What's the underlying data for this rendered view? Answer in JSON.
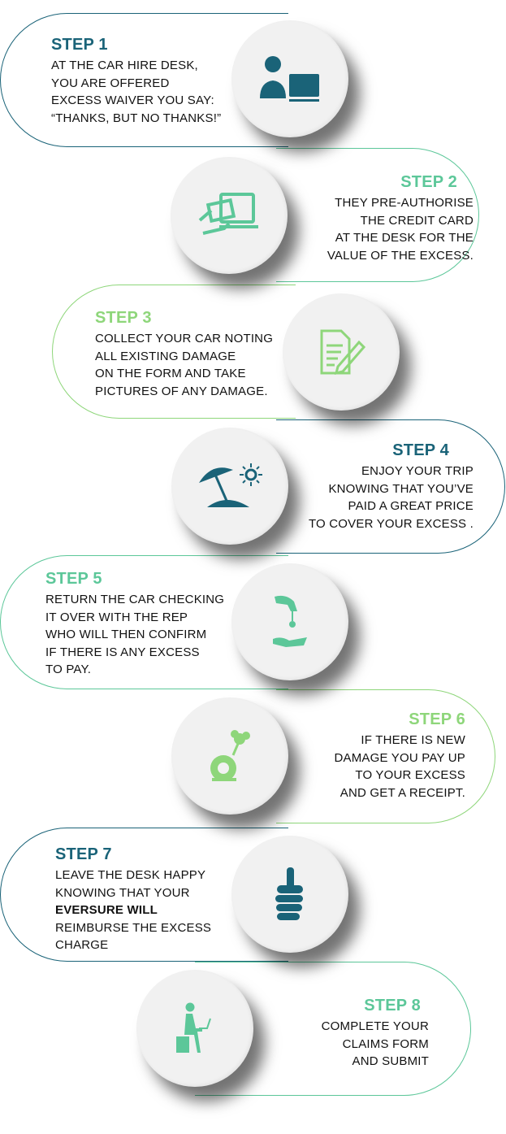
{
  "colors": {
    "dark": "#1a6378",
    "green": "#5cc799",
    "light_green": "#8ed67a"
  },
  "steps": [
    {
      "title": "STEP 1",
      "lines": [
        "AT THE CAR HIRE DESK,",
        "YOU ARE OFFERED",
        "EXCESS WAIVER YOU SAY:",
        "“THANKS, BUT NO THANKS!”"
      ],
      "icon": "agent-laptop-icon"
    },
    {
      "title": "STEP 2",
      "lines": [
        "THEY PRE-AUTHORISE",
        "THE CREDIT CARD",
        "AT THE DESK FOR THE",
        "VALUE OF THE EXCESS."
      ],
      "icon": "credit-card-icon"
    },
    {
      "title": "STEP 3",
      "lines": [
        "COLLECT YOUR CAR NOTING",
        "ALL EXISTING DAMAGE",
        "ON THE FORM AND TAKE",
        "PICTURES OF ANY DAMAGE."
      ],
      "icon": "form-pencil-icon"
    },
    {
      "title": "STEP 4",
      "lines": [
        "ENJOY YOUR TRIP",
        "KNOWING THAT YOU’VE",
        "PAID A GREAT PRICE",
        "TO COVER YOUR EXCESS ."
      ],
      "icon": "beach-umbrella-icon"
    },
    {
      "title": "STEP 5",
      "lines": [
        "RETURN THE CAR CHECKING",
        "IT OVER WITH THE REP",
        "WHO WILL THEN CONFIRM",
        "IF THERE IS ANY EXCESS",
        "TO PAY."
      ],
      "icon": "key-handover-icon"
    },
    {
      "title": "STEP 6",
      "lines": [
        "IF THERE IS NEW",
        "DAMAGE YOU PAY UP",
        "TO YOUR EXCESS",
        "AND GET A RECEIPT."
      ],
      "icon": "damaged-tire-icon"
    },
    {
      "title": "STEP 7",
      "lines": [
        "LEAVE THE DESK HAPPY",
        "KNOWING THAT YOUR"
      ],
      "bold": "EVERSURE WILL",
      "lines2": [
        "REIMBURSE THE EXCESS",
        "CHARGE"
      ],
      "icon": "thumbs-up-icon"
    },
    {
      "title": "STEP 8",
      "lines": [
        "COMPLETE YOUR",
        "CLAIMS FORM",
        "AND SUBMIT"
      ],
      "icon": "person-laptop-icon"
    }
  ]
}
